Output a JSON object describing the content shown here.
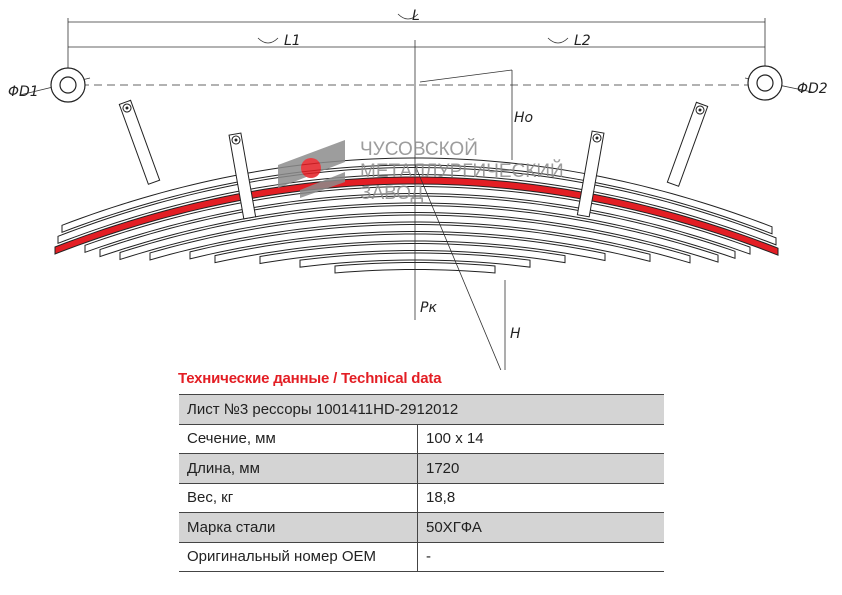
{
  "drawing": {
    "dimensions": {
      "L": "L",
      "L1": "L1",
      "L2": "L2",
      "D1": "ΦD1",
      "D2": "ΦD2",
      "Ho": "Ho",
      "H": "H",
      "Pk": "Pк"
    },
    "watermark": {
      "line1": "ЧУСОВСКОЙ",
      "line2": "МЕТАЛЛУРГИЧЕСКИЙ",
      "line3": "ЗАВОД"
    },
    "colors": {
      "highlight_leaf": "#e31e24",
      "logo_gray": "#8c8c8c"
    }
  },
  "table": {
    "title": "Технические данные / Technical data",
    "header": "Лист №3 рессоры 1001411HD-2912012",
    "rows": [
      {
        "label": "Сечение, мм",
        "value": "100 x 14"
      },
      {
        "label": "Длина, мм",
        "value": "1720"
      },
      {
        "label": "Вес, кг",
        "value": "18,8"
      },
      {
        "label": "Марка стали",
        "value": "50ХГФА"
      },
      {
        "label": "Оригинальный номер OEM",
        "value": "-"
      }
    ]
  }
}
